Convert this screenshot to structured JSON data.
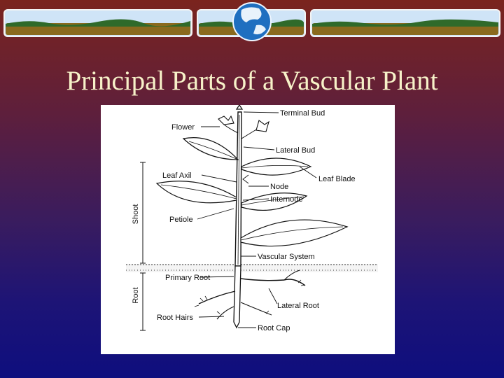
{
  "slide": {
    "title": "Principal Parts of a Vascular Plant"
  },
  "colors": {
    "title_text": "#f7f2c9",
    "banner_ground": "#8a6a1e",
    "banner_grass": "#2f6a2a",
    "banner_sky": "#cfe4f7",
    "globe_blue": "#1f6fc0"
  },
  "diagram": {
    "labels": {
      "terminal_bud": "Terminal Bud",
      "flower": "Flower",
      "lateral_bud": "Lateral Bud",
      "leaf_axil": "Leaf Axil",
      "leaf_blade": "Leaf Blade",
      "node": "Node",
      "internode": "Internode",
      "petiole": "Petiole",
      "vascular_system": "Vascular System",
      "primary_root": "Primary Root",
      "lateral_root": "Lateral Root",
      "root_hairs": "Root Hairs",
      "root_cap": "Root Cap"
    },
    "regions": {
      "shoot": "Shoot",
      "root": "Root"
    }
  }
}
